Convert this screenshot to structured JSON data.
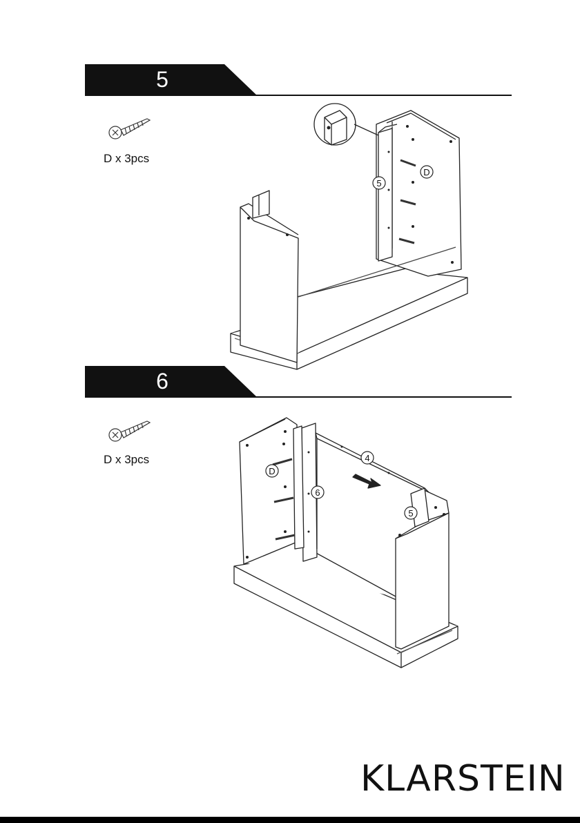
{
  "steps": [
    {
      "number": "5",
      "part": "D x 3pcs",
      "callouts": {
        "panel": "5",
        "screw": "D"
      }
    },
    {
      "number": "6",
      "part": "D x 3pcs",
      "callouts": {
        "top_rail": "4",
        "panel": "6",
        "screw": "D",
        "side_panel": "5"
      }
    }
  ],
  "brand": "KLARSTEIN"
}
